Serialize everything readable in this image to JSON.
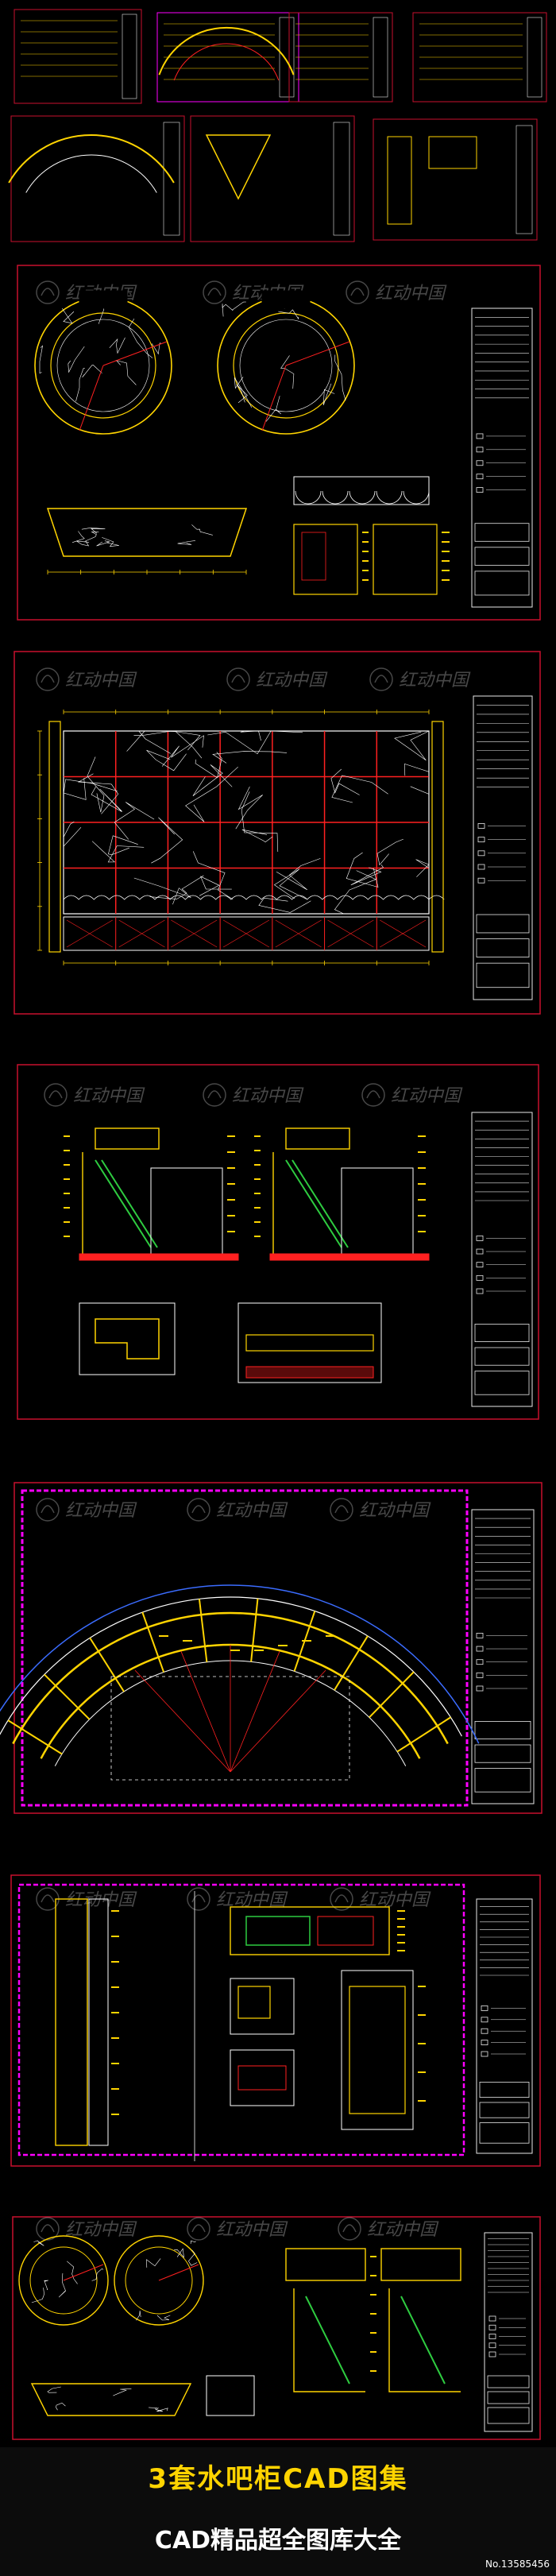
{
  "colors": {
    "background": "#000000",
    "frame": "#c8102e",
    "title_block": "#e8e8e8",
    "drawing_yellow": "#ffd400",
    "drawing_white": "#ffffff",
    "drawing_red": "#ff2020",
    "drawing_magenta": "#ff00ff",
    "drawing_green": "#2ecc40",
    "banner_title": "#ffd400",
    "banner_sub": "#ffffff"
  },
  "sheets": [
    {
      "id": "sheet-overview",
      "content": "thumbnail-grid"
    },
    {
      "id": "sheet-round-bar",
      "content": "round-bar-plan-and-elevation"
    },
    {
      "id": "sheet-cabinet-elevation",
      "content": "cabinet-elevation"
    },
    {
      "id": "sheet-bar-sections",
      "content": "bar-sections"
    },
    {
      "id": "sheet-arc-plan",
      "content": "arc-plan",
      "frame_color": "magenta"
    },
    {
      "id": "sheet-bar-details",
      "content": "bar-details"
    },
    {
      "id": "sheet-combined",
      "content": "combined-views"
    }
  ],
  "watermark": {
    "text": "红动中国"
  },
  "banner": {
    "title": "3套水吧柜CAD图集",
    "subtitle": "CAD精品超全图库大全",
    "serial": "No.13585456"
  }
}
